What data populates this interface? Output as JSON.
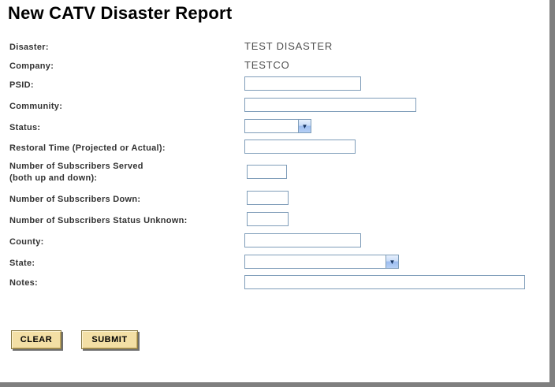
{
  "window": {
    "title": "New CATV Disaster Report"
  },
  "fields": {
    "disaster": {
      "label": "Disaster:",
      "value": "TEST DISASTER"
    },
    "company": {
      "label": "Company:",
      "value": "TESTCO"
    },
    "psid": {
      "label": "PSID:",
      "value": ""
    },
    "community": {
      "label": "Community:",
      "value": ""
    },
    "status": {
      "label": "Status:",
      "value": ""
    },
    "restoral": {
      "label": "Restoral Time (Projected or Actual):",
      "value": ""
    },
    "served": {
      "label_line1": "Number of Subscribers Served",
      "label_line2": "(both up and down):",
      "value": ""
    },
    "down": {
      "label": "Number of Subscribers Down:",
      "value": ""
    },
    "unknown": {
      "label": "Number of Subscribers Status Unknown:",
      "value": ""
    },
    "county": {
      "label": "County:",
      "value": ""
    },
    "state": {
      "label": "State:",
      "value": ""
    },
    "notes": {
      "label": "Notes:",
      "value": ""
    }
  },
  "icons": {
    "dropdown_arrow": "▼"
  },
  "buttons": {
    "clear": "CLEAR",
    "submit": "SUBMIT"
  }
}
